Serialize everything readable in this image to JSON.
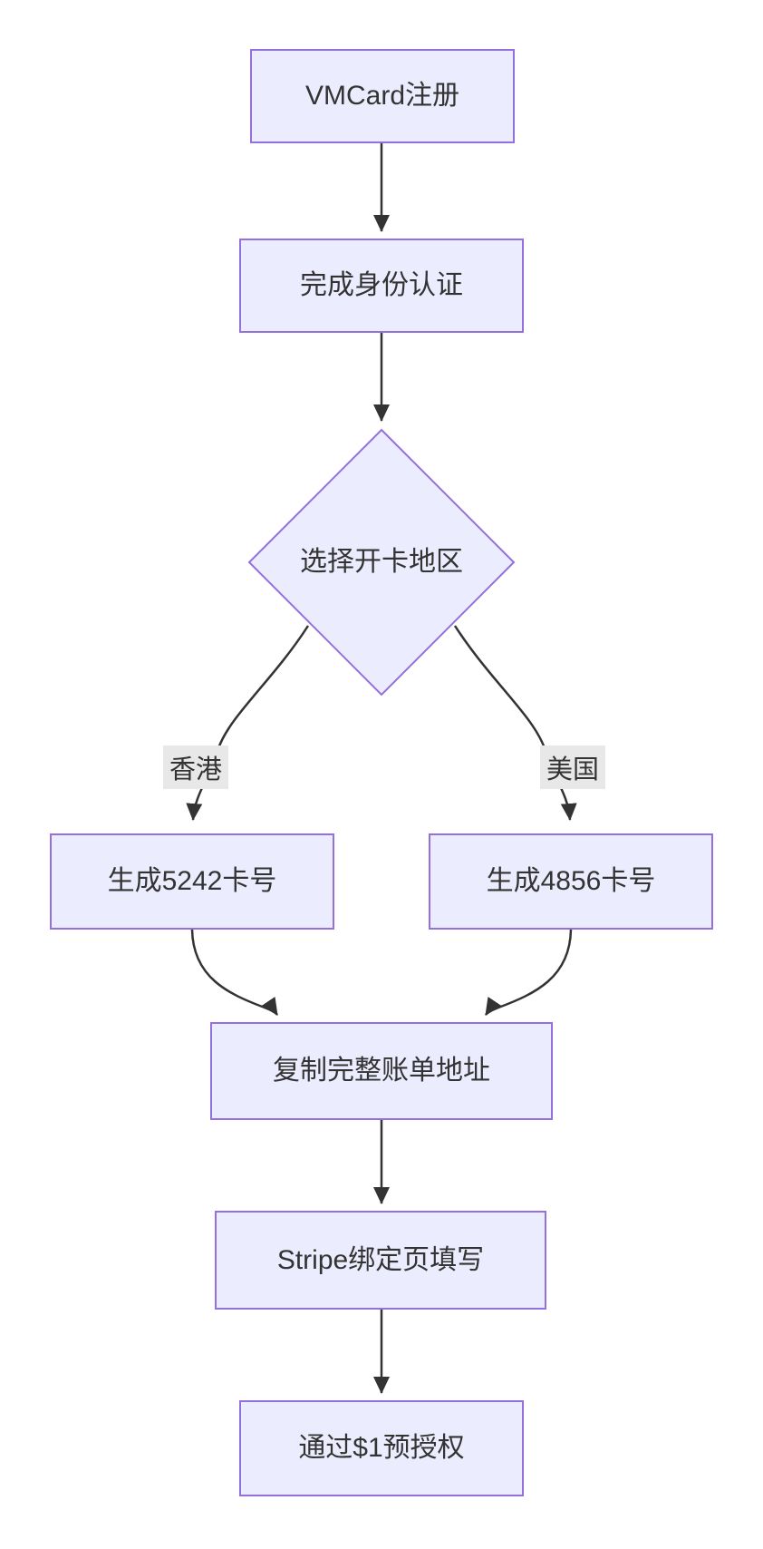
{
  "flowchart": {
    "nodes": {
      "register": {
        "label": "VMCard注册",
        "shape": "rect"
      },
      "identity": {
        "label": "完成身份认证",
        "shape": "rect"
      },
      "region_decision": {
        "label": "选择开卡地区",
        "shape": "diamond"
      },
      "hk_card": {
        "label": "生成5242卡号",
        "shape": "rect"
      },
      "us_card": {
        "label": "生成4856卡号",
        "shape": "rect"
      },
      "billing_address": {
        "label": "复制完整账单地址",
        "shape": "rect"
      },
      "stripe_binding": {
        "label": "Stripe绑定页填写",
        "shape": "rect"
      },
      "preauth": {
        "label": "通过$1预授权",
        "shape": "rect"
      }
    },
    "edge_labels": {
      "hongkong": {
        "label": "香港"
      },
      "usa": {
        "label": "美国"
      }
    },
    "edges": [
      {
        "from": "register",
        "to": "identity",
        "label": ""
      },
      {
        "from": "identity",
        "to": "region_decision",
        "label": ""
      },
      {
        "from": "region_decision",
        "to": "hk_card",
        "label": "香港"
      },
      {
        "from": "region_decision",
        "to": "us_card",
        "label": "美国"
      },
      {
        "from": "hk_card",
        "to": "billing_address",
        "label": ""
      },
      {
        "from": "us_card",
        "to": "billing_address",
        "label": ""
      },
      {
        "from": "billing_address",
        "to": "stripe_binding",
        "label": ""
      },
      {
        "from": "stripe_binding",
        "to": "preauth",
        "label": ""
      }
    ],
    "colors": {
      "node_fill": "#ECECFF",
      "node_border": "#9370DB",
      "edge_stroke": "#333333",
      "node_text": "#333333",
      "edge_label_bg": "#E8E8E8",
      "canvas_bg": "#FFFFFF"
    }
  }
}
